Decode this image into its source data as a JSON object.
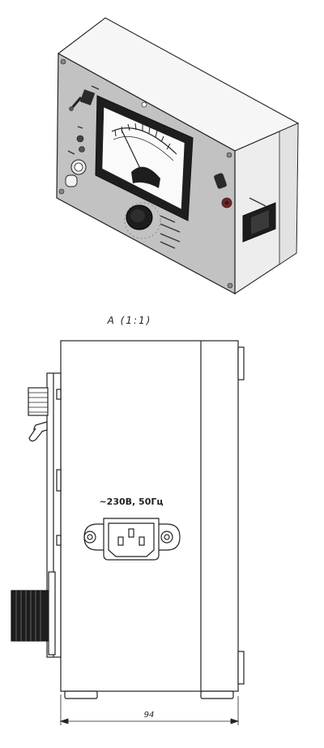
{
  "view_label": "A (1:1)",
  "inlet_label": "~230В, 50Гц",
  "dimension_width": "94",
  "colors": {
    "line": "#222222",
    "body_top": "#f4f4f4",
    "body_front": "#bfbfbf",
    "body_side": "#ececec",
    "meter_face": "#ffffff",
    "meter_frame": "#1e1e1e"
  }
}
